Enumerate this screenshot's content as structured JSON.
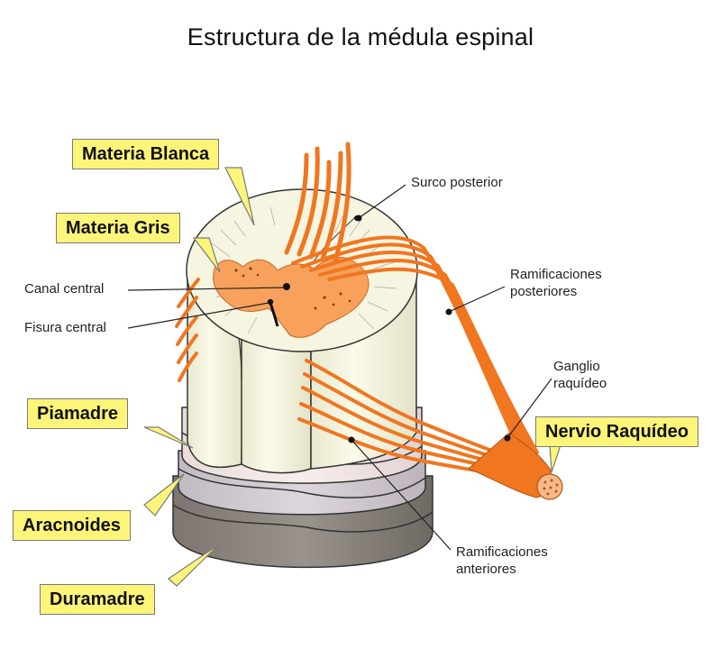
{
  "title": "Estructura de la médula espinal",
  "labels": {
    "materia_blanca": "Materia Blanca",
    "materia_gris": "Materia Gris",
    "piamadre": "Piamadre",
    "aracnoides": "Aracnoides",
    "duramadre": "Duramadre",
    "nervio_raquideo": "Nervio Raquídeo",
    "canal_central": "Canal central",
    "fisura_central": "Fisura central",
    "surco_posterior": "Surco posterior",
    "ramificaciones_posteriores": [
      "Ramificaciones",
      "posteriores"
    ],
    "ganglio_raquideo": [
      "Ganglio",
      "raquídeo"
    ],
    "ramificaciones_anteriores": [
      "Ramificaciones",
      "anteriores"
    ]
  },
  "colors": {
    "white_matter": "#f6f5e1",
    "gray_matter": "#f7a15c",
    "nerve": "#f0761f",
    "piamadre": "#f1e6e4",
    "aracnoides": "#cdc5cc",
    "duramadre": "#8e8781",
    "callout_bg": "#fdf57a"
  }
}
